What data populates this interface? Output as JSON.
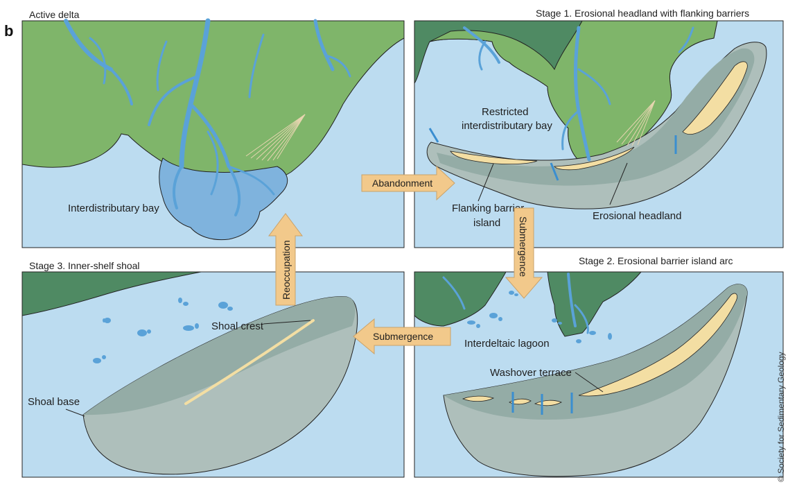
{
  "figure_letter": "b",
  "panels": {
    "active_delta": {
      "title": "Active delta",
      "labels": {
        "bay": "Interdistributary bay"
      }
    },
    "stage1": {
      "title": "Stage 1. Erosional headland with flanking barriers",
      "labels": {
        "restricted_bay_line1": "Restricted",
        "restricted_bay_line2": "interdistributary bay",
        "flanking_line1": "Flanking barrier",
        "flanking_line2": "island",
        "headland": "Erosional headland"
      }
    },
    "stage2": {
      "title": "Stage 2. Erosional barrier island arc",
      "labels": {
        "lagoon": "Interdeltaic lagoon",
        "washover": "Washover terrace"
      }
    },
    "stage3": {
      "title": "Stage 3. Inner-shelf shoal",
      "labels": {
        "crest": "Shoal crest",
        "base": "Shoal base"
      }
    }
  },
  "transitions": {
    "abandonment": "Abandonment",
    "submergence_1_2": "Submergence",
    "submergence_2_3": "Submergence",
    "reoccupation": "Reoccupation"
  },
  "credit": "© Society for Sedimentary Geology",
  "colors": {
    "water": "#bcdcf0",
    "land": "#7fb56a",
    "dark_land": "#4f8a63",
    "channel": "#5aa2d8",
    "delta_front": "#7fb3dd",
    "shoal": "#aebfbb",
    "shoal_top": "#94aca6",
    "sand": "#f3dea3",
    "arrow": "#f2c98b",
    "outline": "#222222"
  }
}
